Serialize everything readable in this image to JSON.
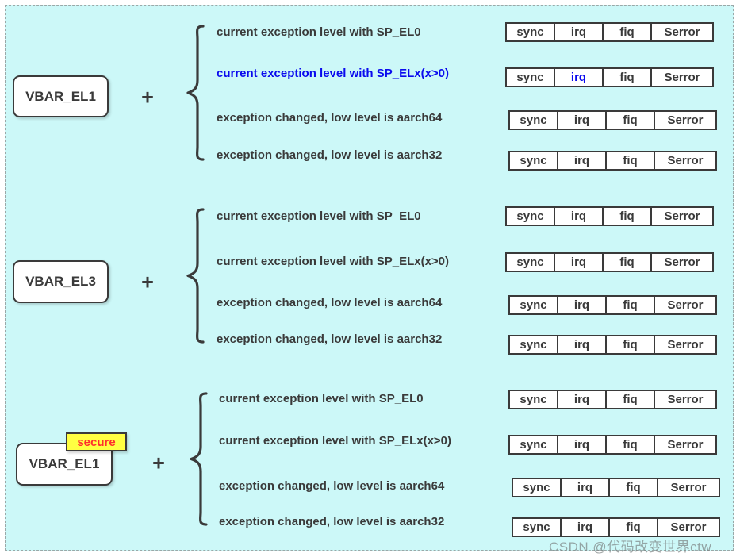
{
  "palette": {
    "panel_background": "#ccf8f8",
    "panel_border": "#9aa8a8",
    "ink_dark": "#3a3a3a",
    "highlight_blue": "#0a0aee",
    "tag_yellow": "#ffff42",
    "tag_text_red": "#ff2e2e",
    "box_fill": "#ffffff"
  },
  "plus": "+",
  "watermark": "CSDN @代码改变世界ctw",
  "groups": [
    {
      "register": "VBAR_EL1",
      "tag": "",
      "rows": [
        {
          "label": "current exception level with SP_EL0",
          "emphasis": "none",
          "emphasis_cell": "",
          "cells": [
            "sync",
            "irq",
            "fiq",
            "Serror"
          ]
        },
        {
          "label": "current exception level with SP_ELx(x>0)",
          "emphasis": "blue",
          "emphasis_cell": "irq",
          "cells": [
            "sync",
            "irq",
            "fiq",
            "Serror"
          ]
        },
        {
          "label": "exception changed, low level is aarch64",
          "emphasis": "none",
          "emphasis_cell": "",
          "cells": [
            "sync",
            "irq",
            "fiq",
            "Serror"
          ]
        },
        {
          "label": "exception changed, low level is aarch32",
          "emphasis": "none",
          "emphasis_cell": "",
          "cells": [
            "sync",
            "irq",
            "fiq",
            "Serror"
          ]
        }
      ]
    },
    {
      "register": "VBAR_EL3",
      "tag": "",
      "rows": [
        {
          "label": "current exception level with SP_EL0",
          "emphasis": "none",
          "emphasis_cell": "",
          "cells": [
            "sync",
            "irq",
            "fiq",
            "Serror"
          ]
        },
        {
          "label": "current exception level with SP_ELx(x>0)",
          "emphasis": "none",
          "emphasis_cell": "",
          "cells": [
            "sync",
            "irq",
            "fiq",
            "Serror"
          ]
        },
        {
          "label": "exception changed, low level is aarch64",
          "emphasis": "none",
          "emphasis_cell": "",
          "cells": [
            "sync",
            "irq",
            "fiq",
            "Serror"
          ]
        },
        {
          "label": "exception changed, low level is aarch32",
          "emphasis": "none",
          "emphasis_cell": "",
          "cells": [
            "sync",
            "irq",
            "fiq",
            "Serror"
          ]
        }
      ]
    },
    {
      "register": "VBAR_EL1",
      "tag": "secure",
      "rows": [
        {
          "label": "current exception level with SP_EL0",
          "emphasis": "none",
          "emphasis_cell": "",
          "cells": [
            "sync",
            "irq",
            "fiq",
            "Serror"
          ]
        },
        {
          "label": "current exception level with SP_ELx(x>0)",
          "emphasis": "none",
          "emphasis_cell": "",
          "cells": [
            "sync",
            "irq",
            "fiq",
            "Serror"
          ]
        },
        {
          "label": "exception changed, low level is aarch64",
          "emphasis": "none",
          "emphasis_cell": "",
          "cells": [
            "sync",
            "irq",
            "fiq",
            "Serror"
          ]
        },
        {
          "label": "exception changed, low level is aarch32",
          "emphasis": "none",
          "emphasis_cell": "",
          "cells": [
            "sync",
            "irq",
            "fiq",
            "Serror"
          ]
        }
      ]
    }
  ]
}
